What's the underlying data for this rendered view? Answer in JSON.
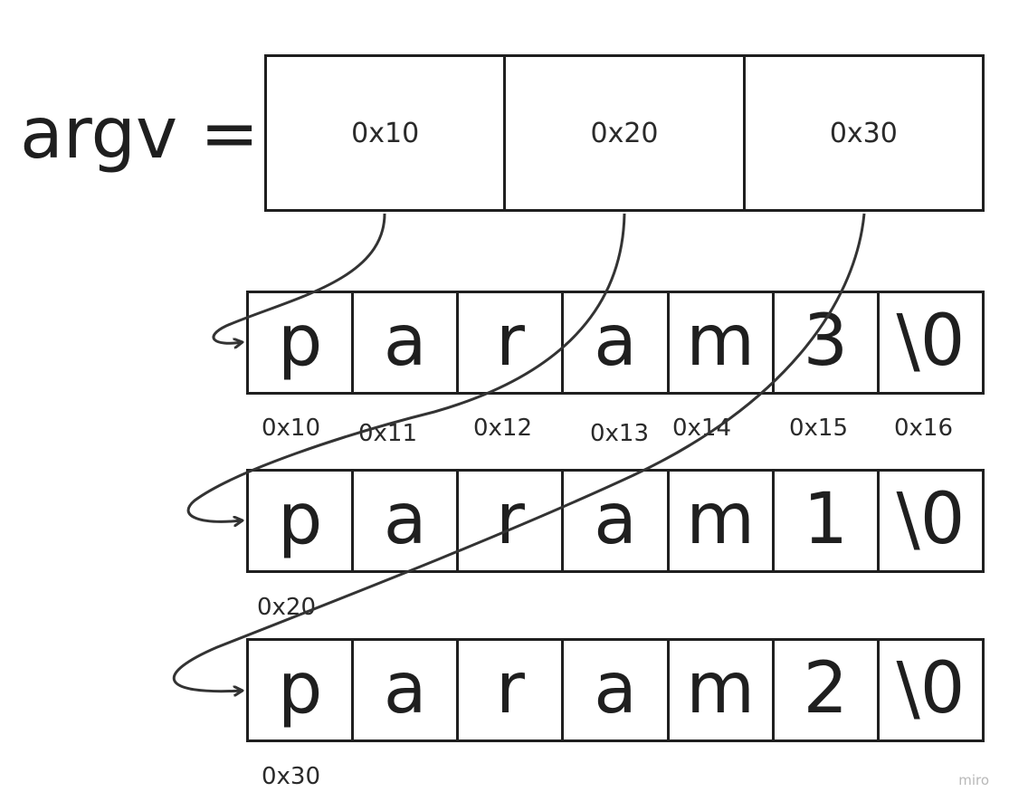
{
  "title": "argv =",
  "argv_cells": [
    "0x10",
    "0x20",
    "0x30"
  ],
  "strings": [
    {
      "chars": [
        "p",
        "a",
        "r",
        "a",
        "m",
        "3",
        "\\0"
      ]
    },
    {
      "chars": [
        "p",
        "a",
        "r",
        "a",
        "m",
        "1",
        "\\0"
      ]
    },
    {
      "chars": [
        "p",
        "a",
        "r",
        "a",
        "m",
        "2",
        "\\0"
      ]
    }
  ],
  "row1_addresses": [
    "0x10",
    "0x11",
    "0x12",
    "0x13",
    "0x14",
    "0x15",
    "0x16"
  ],
  "row2_address": "0x20",
  "row3_address": "0x30",
  "watermark": "miro",
  "colors": {
    "stroke": "#1f1f1f",
    "arrow": "#333333",
    "watermark": "#b8b8b8"
  }
}
